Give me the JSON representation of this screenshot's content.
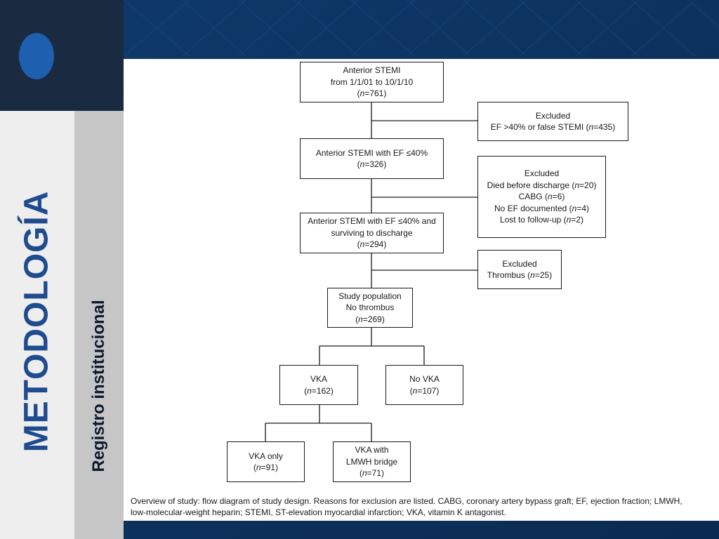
{
  "slide": {
    "title": "METODOLOGÍA",
    "subtitle": "Registro institucional"
  },
  "colors": {
    "background": "#0f3460",
    "panel_dark": "#1a2a40",
    "panel_light": "#c6c6c6",
    "accent_blue": "#1f4b8f"
  },
  "diagram": {
    "nodes": {
      "anterior_stemi": {
        "lines": [
          "Anterior STEMI",
          "from 1/1/01 to 10/1/10"
        ],
        "n": "761"
      },
      "excluded_1": {
        "lines": [
          "Excluded"
        ],
        "tail_pre": "EF >40% or false STEMI (",
        "n": "435"
      },
      "stemi_ef40": {
        "lines": [
          "Anterior STEMI with EF ≤40%"
        ],
        "n": "326"
      },
      "excluded_2": {
        "heading": "Excluded",
        "items": [
          {
            "pre": "Died before discharge (",
            "n": "20"
          },
          {
            "pre": "CABG (",
            "n": "6"
          },
          {
            "pre": "No EF documented (",
            "n": "4"
          },
          {
            "pre": "Lost to follow-up (",
            "n": "2"
          }
        ]
      },
      "stemi_surviving": {
        "lines": [
          "Anterior STEMI with EF ≤40% and",
          "surviving to discharge"
        ],
        "n": "294"
      },
      "excluded_3": {
        "heading": "Excluded",
        "pre": "Thrombus (",
        "n": "25"
      },
      "study_population": {
        "lines": [
          "Study population",
          "No thrombus"
        ],
        "n": "269"
      },
      "vka": {
        "lines": [
          "VKA"
        ],
        "n": "162"
      },
      "no_vka": {
        "lines": [
          "No VKA"
        ],
        "n": "107"
      },
      "vka_only": {
        "lines": [
          "VKA only"
        ],
        "n": "91"
      },
      "vka_lmwh": {
        "lines": [
          "VKA with",
          "LMWH bridge"
        ],
        "n": "71"
      }
    },
    "caption_line1": "Overview of study: flow diagram of study design. Reasons for exclusion are listed. CABG, coronary artery bypass graft; EF, ejection fraction; LMWH,",
    "caption_line2": "low-molecular-weight heparin; STEMI, ST-elevation myocardial infarction; VKA, vitamin K antagonist."
  }
}
